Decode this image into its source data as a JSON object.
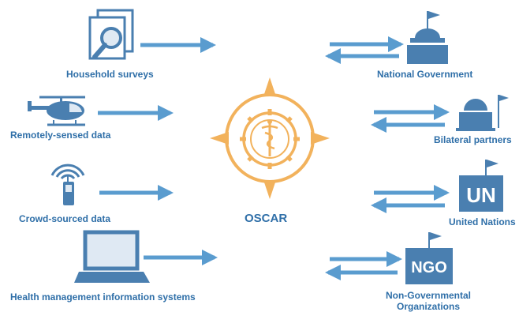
{
  "center": {
    "label": "OSCAR"
  },
  "sources": [
    {
      "label": "Household surveys"
    },
    {
      "label": "Remotely-sensed data"
    },
    {
      "label": "Crowd-sourced data"
    },
    {
      "label": "Health management information systems"
    }
  ],
  "partners": [
    {
      "label": "National Government"
    },
    {
      "label": "Bilateral partners"
    },
    {
      "label": "United Nations",
      "icon_text": "UN"
    },
    {
      "label_line1": "Non-Governmental",
      "label_line2": "Organizations",
      "icon_text": "NGO"
    }
  ],
  "colors": {
    "icon": "#4a7fb0",
    "label": "#2f6fa8",
    "arrow": "#5a9ccf",
    "emblem": "#f2b25c"
  }
}
